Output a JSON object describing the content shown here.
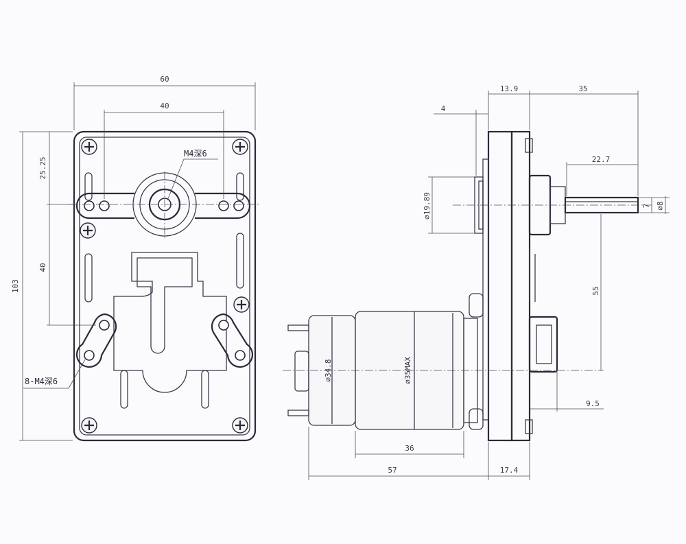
{
  "dims": {
    "front_width": "60",
    "front_hole_span": "40",
    "front_height": "103",
    "front_top_offset": "25.25",
    "front_mid_span": "40",
    "side_gear_depth": "13.9",
    "side_shaft_total": "35",
    "side_flange": "4",
    "side_shaft_len": "22.7",
    "side_hub_dia": "⌀19.89",
    "side_shaft_flat": "7",
    "side_shaft_dia": "⌀8",
    "side_axis_offset": "55",
    "side_boss": "9.5",
    "motor_body_len": "36",
    "motor_total_len": "57",
    "gearbox_depth": "17.4",
    "motor_dia": "⌀34.8",
    "motor_max_dia": "⌀35MAX"
  },
  "labels": {
    "center_hole": "M4深6",
    "mount_holes": "8-M4深6"
  }
}
